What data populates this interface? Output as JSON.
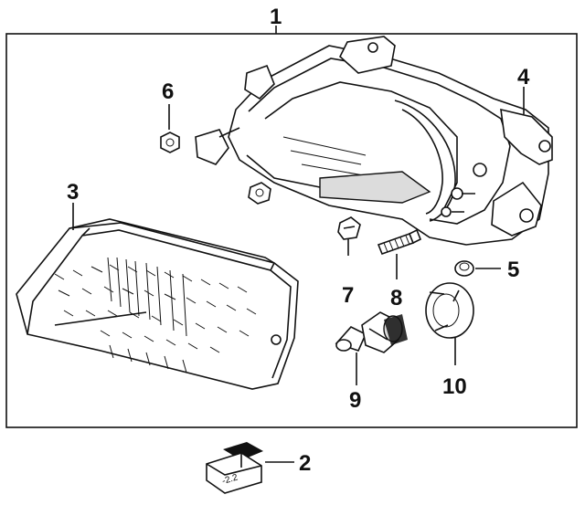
{
  "diagram": {
    "callouts": {
      "c1": "1",
      "c2": "2",
      "c3": "3",
      "c4": "4",
      "c5": "5",
      "c6": "6",
      "c7": "7",
      "c8": "8",
      "c9": "9",
      "c10": "10"
    },
    "label_stamp_text": "-2.2",
    "colors": {
      "ink": "#111111",
      "background": "#ffffff"
    }
  }
}
